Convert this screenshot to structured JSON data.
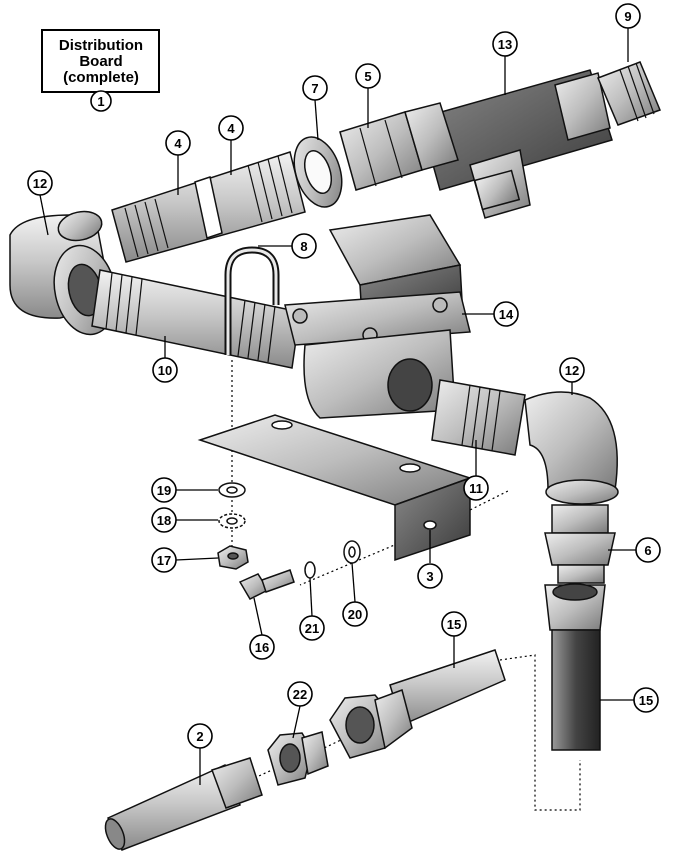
{
  "title_lines": [
    "Distribution",
    "Board",
    "(complete)"
  ],
  "callouts": {
    "c1": "1",
    "c2": "2",
    "c3": "3",
    "c4a": "4",
    "c4b": "4",
    "c5": "5",
    "c6": "6",
    "c7": "7",
    "c8": "8",
    "c9": "9",
    "c10": "10",
    "c11": "11",
    "c12a": "12",
    "c12b": "12",
    "c13": "13",
    "c14": "14",
    "c15a": "15",
    "c15b": "15",
    "c16": "16",
    "c17": "17",
    "c18": "18",
    "c19": "19",
    "c20": "20",
    "c21": "21",
    "c22": "22"
  },
  "colors": {
    "ink": "#000000",
    "metal_light": "#d6d6d6",
    "metal_mid": "#a9a9a9",
    "metal_dark": "#6e6e6e"
  }
}
